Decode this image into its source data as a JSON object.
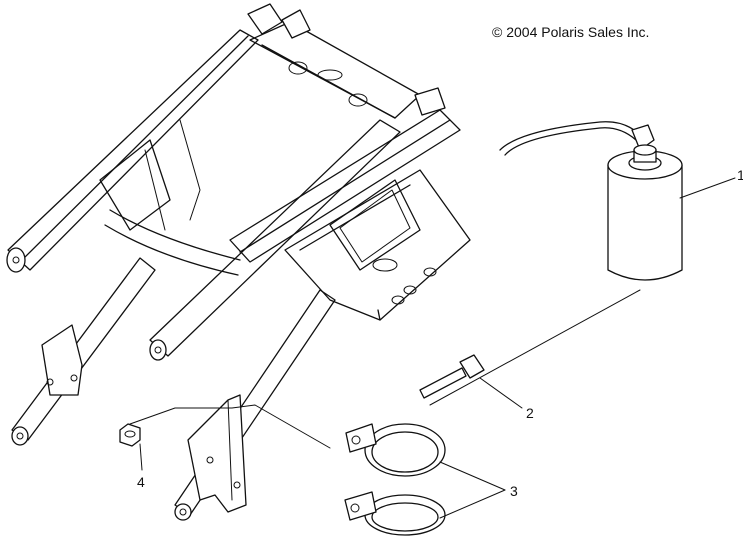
{
  "copyright": "© 2004 Polaris Sales Inc.",
  "callouts": [
    {
      "number": "1",
      "part": "canister"
    },
    {
      "number": "2",
      "part": "bolt"
    },
    {
      "number": "3",
      "part": "clamp"
    },
    {
      "number": "4",
      "part": "nut"
    }
  ],
  "icons": [
    "frame-assembly",
    "canister-icon",
    "hose",
    "bolt-icon",
    "clamp-icon",
    "nut-icon"
  ]
}
